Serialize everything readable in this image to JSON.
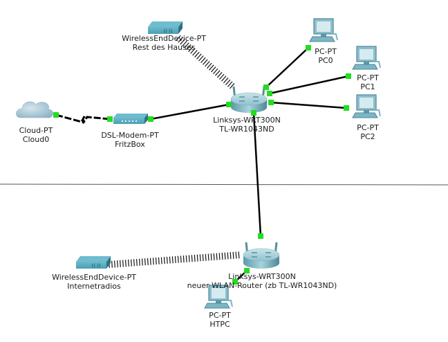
{
  "title": "Packet Tracer logical topology",
  "colors": {
    "link": "#000000",
    "port_up": "#22dd22",
    "device": "#4fa3b8",
    "separator": "#555555"
  },
  "devices": [
    {
      "id": "wed1",
      "type": "wireless-end-device",
      "model": "WirelessEndDevice-PT",
      "name": "Rest des Hauses"
    },
    {
      "id": "router1",
      "type": "wireless-router",
      "model": "Linksys-WRT300N",
      "name": "TL-WR1043ND"
    },
    {
      "id": "pc0",
      "type": "pc",
      "model": "PC-PT",
      "name": "PC0"
    },
    {
      "id": "pc1",
      "type": "pc",
      "model": "PC-PT",
      "name": "PC1"
    },
    {
      "id": "pc2",
      "type": "pc",
      "model": "PC-PT",
      "name": "PC2"
    },
    {
      "id": "cloud0",
      "type": "cloud",
      "model": "Cloud-PT",
      "name": "Cloud0"
    },
    {
      "id": "modem",
      "type": "dsl-modem",
      "model": "DSL-Modem-PT",
      "name": "FritzBox"
    },
    {
      "id": "wed2",
      "type": "wireless-end-device",
      "model": "WirelessEndDevice-PT",
      "name": "Internetradios"
    },
    {
      "id": "router2",
      "type": "wireless-router",
      "model": "Linksys-WRT300N",
      "name": "neuer WLAN-Router (zb TL-WR1043ND)"
    },
    {
      "id": "htpc",
      "type": "pc",
      "model": "PC-PT",
      "name": "HTPC"
    }
  ],
  "links": [
    {
      "from": "cloud0",
      "to": "modem",
      "kind": "phone"
    },
    {
      "from": "modem",
      "to": "router1",
      "kind": "ethernet"
    },
    {
      "from": "router1",
      "to": "pc0",
      "kind": "ethernet"
    },
    {
      "from": "router1",
      "to": "pc1",
      "kind": "ethernet"
    },
    {
      "from": "router1",
      "to": "pc2",
      "kind": "ethernet"
    },
    {
      "from": "router1",
      "to": "router2",
      "kind": "ethernet"
    },
    {
      "from": "router2",
      "to": "htpc",
      "kind": "ethernet"
    },
    {
      "from": "wed1",
      "to": "router1",
      "kind": "wireless"
    },
    {
      "from": "wed2",
      "to": "router2",
      "kind": "wireless"
    }
  ]
}
